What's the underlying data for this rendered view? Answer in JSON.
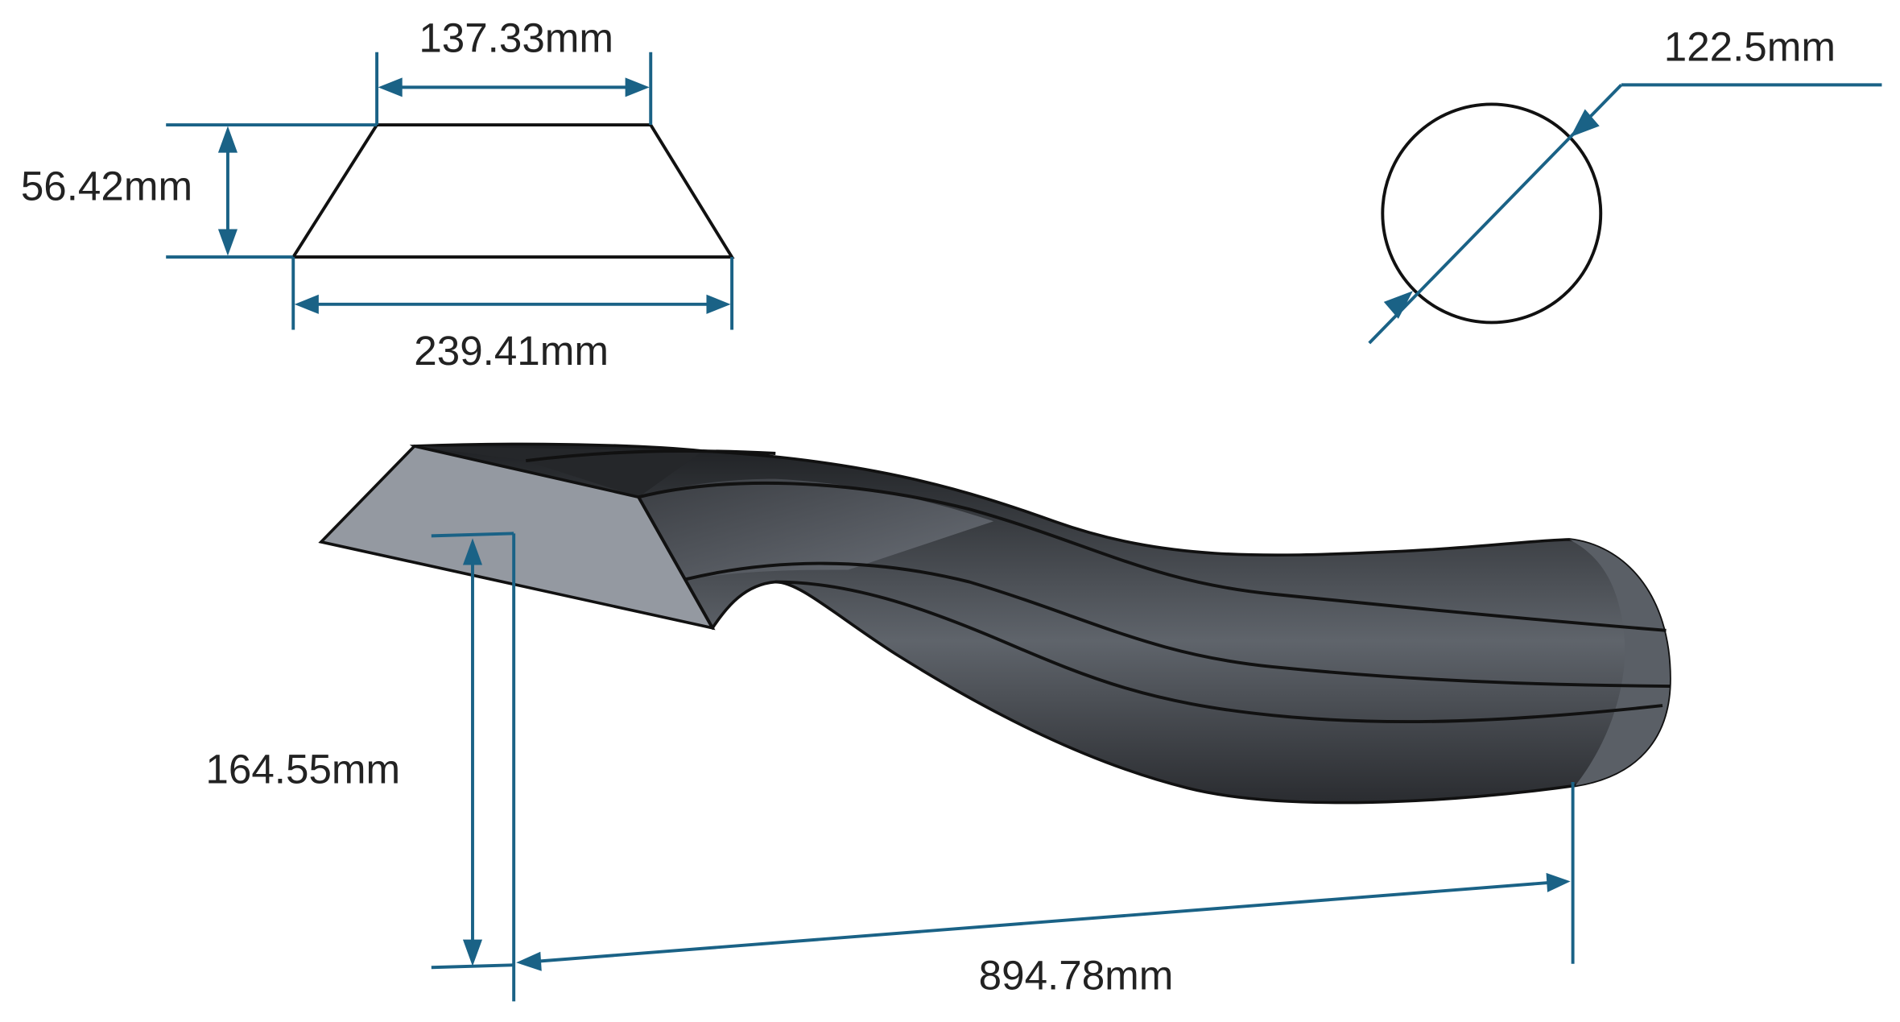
{
  "figure": {
    "colors": {
      "dimension": "#1a6286",
      "outline": "#111111",
      "inlet_face": "#9499a1",
      "body_dark": "#2a2c30",
      "body_light": "#6b7078"
    },
    "trapezoid_section": {
      "top_width": "137.33mm",
      "height": "56.42mm",
      "bottom_width": "239.41mm"
    },
    "circular_section": {
      "diameter": "122.5mm"
    },
    "duct_3d": {
      "height_offset": "164.55mm",
      "length": "894.78mm"
    }
  }
}
